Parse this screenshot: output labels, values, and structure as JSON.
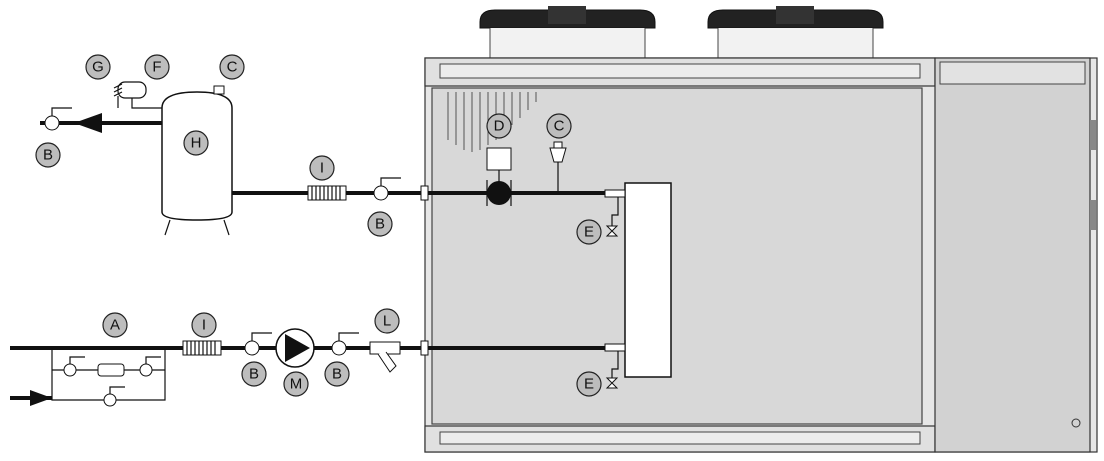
{
  "labels": {
    "A": "A",
    "B": "B",
    "C": "C",
    "D": "D",
    "E": "E",
    "F": "F",
    "G": "G",
    "H": "H",
    "I": "I",
    "L": "L",
    "M": "M"
  }
}
